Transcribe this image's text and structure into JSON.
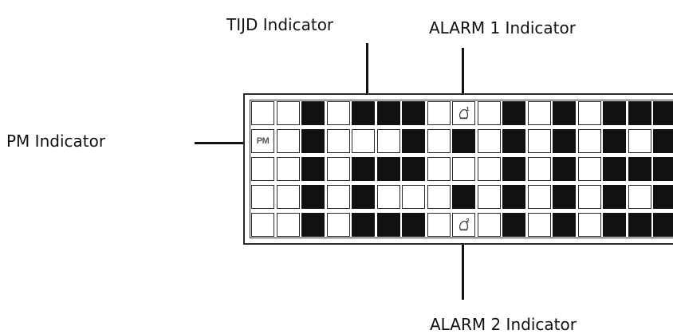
{
  "labels": {
    "tijd": "TIJD Indicator",
    "alarm1": "ALARM 1 Indicator",
    "pm": "PM Indicator",
    "alarm2": "ALARM 2 Indicator"
  },
  "display": {
    "pm_text": "PM",
    "alarm1_number": "1",
    "alarm2_number": "2",
    "on_color": "#111111",
    "off_color": "#ffffff",
    "rows": [
      [
        0,
        0,
        1,
        0,
        1,
        1,
        1,
        0,
        0,
        0,
        1,
        0,
        1,
        0,
        1,
        1,
        1
      ],
      [
        0,
        0,
        1,
        0,
        0,
        0,
        1,
        0,
        1,
        0,
        1,
        0,
        1,
        0,
        1,
        0,
        1
      ],
      [
        0,
        0,
        1,
        0,
        1,
        1,
        1,
        0,
        0,
        0,
        1,
        0,
        1,
        0,
        1,
        1,
        1
      ],
      [
        0,
        0,
        1,
        0,
        1,
        0,
        0,
        0,
        1,
        0,
        1,
        0,
        1,
        0,
        1,
        0,
        1
      ],
      [
        0,
        0,
        1,
        0,
        1,
        1,
        1,
        0,
        0,
        0,
        1,
        0,
        1,
        0,
        1,
        1,
        1
      ]
    ]
  }
}
